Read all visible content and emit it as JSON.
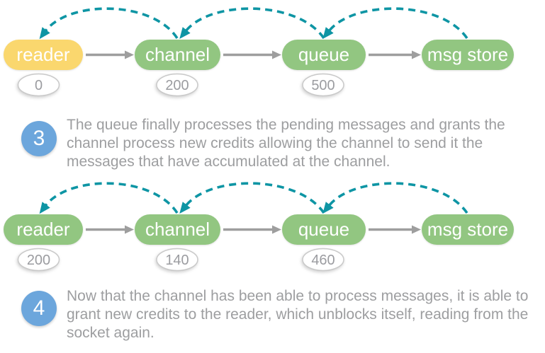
{
  "palette": {
    "node_green": "#92C681",
    "node_yellow": "#FAD76E",
    "credit_arc_teal": "#0E95A4",
    "flow_arrow_gray": "#9E9E9E",
    "step_badge_blue": "#6CA6DC",
    "text_gray": "#9D9EA0"
  },
  "diagrams": [
    {
      "nodes": [
        {
          "label": "reader",
          "fill": "#FAD76E",
          "credit": "0"
        },
        {
          "label": "channel",
          "fill": "#92C681",
          "credit": "200"
        },
        {
          "label": "queue",
          "fill": "#92C681",
          "credit": "500"
        },
        {
          "label": "msg store",
          "fill": "#92C681"
        }
      ]
    },
    {
      "nodes": [
        {
          "label": "reader",
          "fill": "#92C681",
          "credit": "200"
        },
        {
          "label": "channel",
          "fill": "#92C681",
          "credit": "140"
        },
        {
          "label": "queue",
          "fill": "#92C681",
          "credit": "460"
        },
        {
          "label": "msg store",
          "fill": "#92C681"
        }
      ]
    }
  ],
  "steps": [
    {
      "number": "3",
      "lines": [
        "The queue finally processes the pending messages and grants the",
        "channel process new credits allowing the channel to send it the",
        "messages that have accumulated at the channel."
      ]
    },
    {
      "number": "4",
      "lines": [
        "Now that the channel has been able to process messages, it is able to",
        "grant new credits to the reader, which unblocks itself, reading from the",
        "socket again."
      ]
    }
  ]
}
